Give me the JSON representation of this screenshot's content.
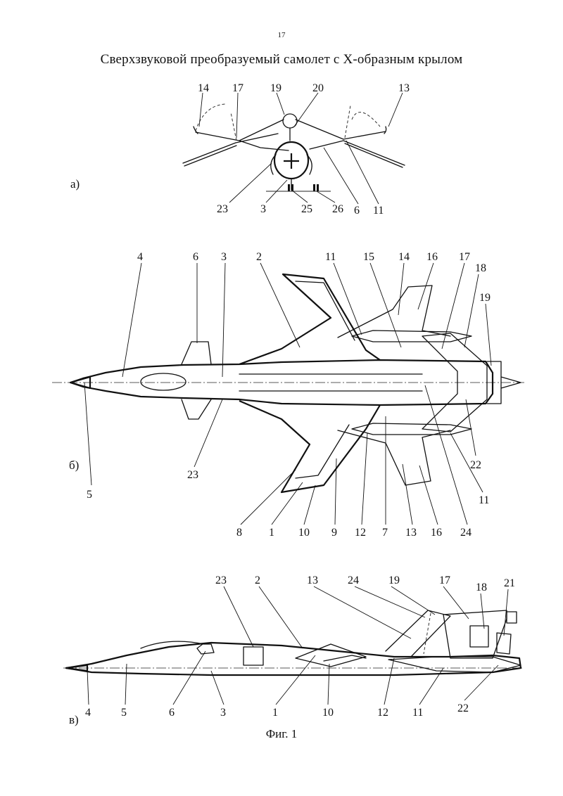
{
  "page": {
    "number": "17",
    "title": "Сверхзвуковой преобразуемый самолет с Х-образным крылом",
    "caption": "Фиг. 1"
  },
  "panels": {
    "a": {
      "label": "а)"
    },
    "b": {
      "label": "б)"
    },
    "v": {
      "label": "в)"
    }
  },
  "callouts": {
    "a": [
      "14",
      "17",
      "19",
      "20",
      "13",
      "23",
      "3",
      "25",
      "26",
      "6",
      "11"
    ],
    "b": [
      "4",
      "6",
      "3",
      "2",
      "11",
      "15",
      "14",
      "16",
      "17",
      "18",
      "19",
      "5",
      "23",
      "8",
      "1",
      "10",
      "9",
      "12",
      "7",
      "13",
      "16",
      "24",
      "22",
      "11"
    ],
    "v": [
      "23",
      "2",
      "13",
      "24",
      "19",
      "17",
      "18",
      "21",
      "4",
      "5",
      "6",
      "3",
      "1",
      "10",
      "12",
      "11",
      "22"
    ]
  }
}
